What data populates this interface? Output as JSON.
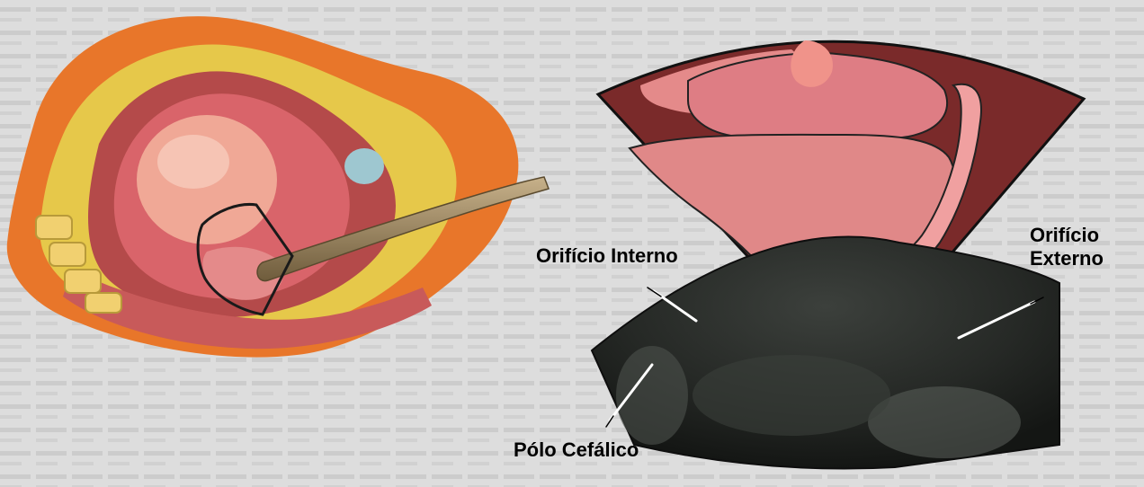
{
  "labels": {
    "internal_os": "Orifício Interno",
    "external_os_line1": "Orifício",
    "external_os_line2": "Externo",
    "cephalic_pole": "Pólo Cefálico"
  },
  "colors": {
    "background_page": "#d9d9d9",
    "tissue_pink": "#e48a8a",
    "tissue_dark": "#7a2a2a",
    "skin_orange": "#e8762a",
    "fat_yellow": "#e6c84a",
    "probe_tan": "#9c8660",
    "ultrasound_dark": "#1e2220",
    "label_text": "#000000"
  }
}
